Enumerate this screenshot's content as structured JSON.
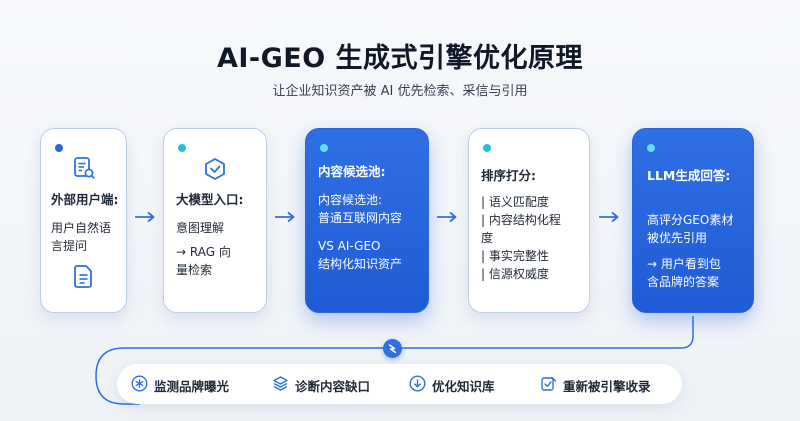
{
  "header": {
    "title": "AI-GEO 生成式引擎优化原理",
    "subtitle": "让企业知识资产被 AI 优先检索、采信与引用"
  },
  "cards": [
    {
      "title": "外部用户端:",
      "lines": [
        "用户自然语",
        "言提问"
      ]
    },
    {
      "title": "大模型入口:",
      "lines": [
        "意图理解",
        "→  RAG 向",
        "量检索"
      ]
    },
    {
      "title": "内容候选池:",
      "lines": [
        "内容候选池:",
        "普通互联网内容",
        "VS AI-GEO",
        "结构化知识资产"
      ]
    },
    {
      "title": "排序打分:",
      "lines": [
        "| 语义匹配度",
        "| 内容结构化程",
        "度",
        "| 事实完整性",
        "| 信源权威度"
      ]
    },
    {
      "title": "LLM生成回答:",
      "lines": [
        "高评分GEO素材",
        "被优先引用",
        "→  用户看到包",
        "含品牌的答案"
      ]
    }
  ],
  "loop": {
    "items": [
      {
        "label": "监测品牌曝光",
        "icon": "snowflake-icon"
      },
      {
        "label": "诊断内容缺口",
        "icon": "layers-icon"
      },
      {
        "label": "优化知识库",
        "icon": "download-circle-icon"
      },
      {
        "label": "重新被引擎收录",
        "icon": "edit-check-icon"
      }
    ]
  },
  "colors": {
    "accent": "#1f5bd6",
    "card_border": "#b9cdea",
    "dot_blue": "#2563eb",
    "dot_teal": "#22c1d6"
  }
}
